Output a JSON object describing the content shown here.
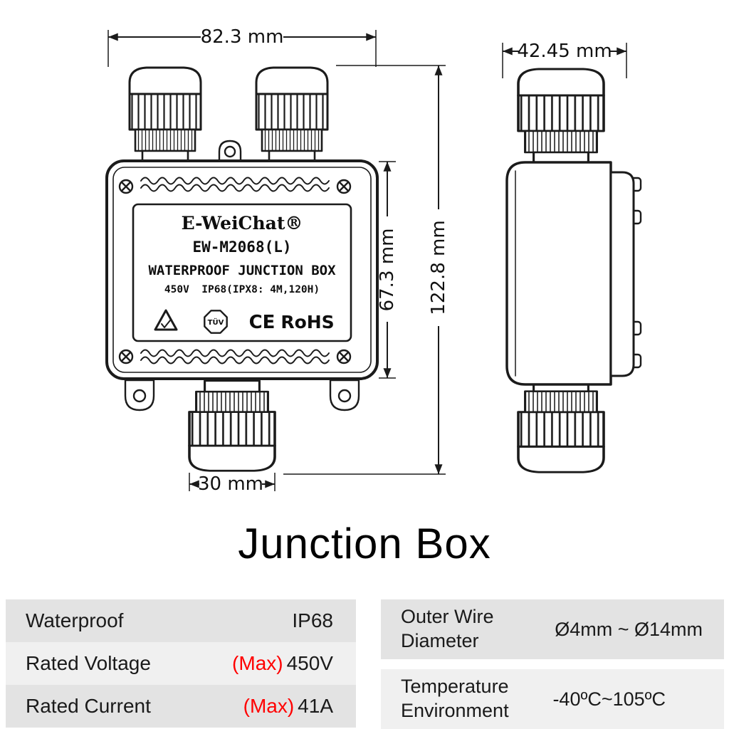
{
  "title": "Junction Box",
  "drawing": {
    "dims": {
      "width_top": "82.3 mm",
      "width_side": "42.45 mm",
      "height_body": "67.3 mm",
      "height_total": "122.8 mm",
      "gland_bottom": "30 mm"
    },
    "label": {
      "brand": "E-WeiChat®",
      "model": "EW-M2068(L)",
      "product": "WATERPROOF JUNCTION BOX",
      "rating": "450V  IP68(IPX8: 4M,120H)",
      "tuv": "TÜV",
      "ce": "CE",
      "rohs": "RoHS"
    }
  },
  "specs": {
    "left": [
      {
        "label": "Waterproof",
        "max": "",
        "value": "IP68"
      },
      {
        "label": "Rated Voltage",
        "max": "(Max)",
        "value": "450V"
      },
      {
        "label": "Rated Current",
        "max": "(Max)",
        "value": "41A"
      }
    ],
    "right": [
      {
        "label_line1": "Outer Wire",
        "label_line2": "Diameter",
        "value": "Ø4mm ~ Ø14mm"
      },
      {
        "label_line1": "Temperature",
        "label_line2": "Environment",
        "value": "-40ºC~105ºC"
      }
    ]
  },
  "colors": {
    "ink": "#1b1b1b",
    "max_red": "#ff0000",
    "row_dark": "#e3e3e3",
    "row_light": "#f0f0f0"
  }
}
